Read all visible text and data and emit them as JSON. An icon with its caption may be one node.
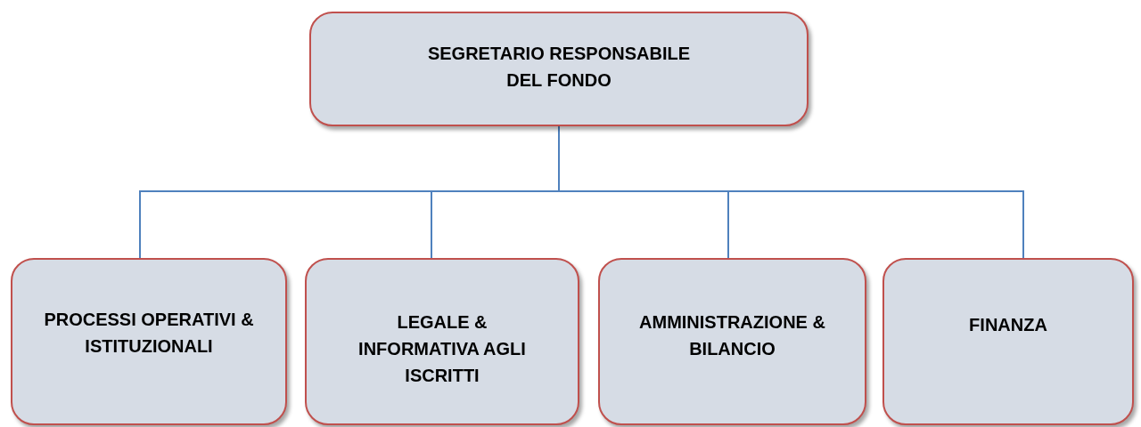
{
  "diagram": {
    "nodes": [
      {
        "text": [
          "SEGRETARIO RESPONSABILE DEL FONDO"
        ]
      },
      {
        "text": [
          "PROCESSI OPERATIVI & ISTITUZIONALI"
        ]
      },
      {
        "text": [
          "LEGALE & INFORMATIVA AGLI ISCRITTI"
        ]
      },
      {
        "text": [
          "AMMINISTRAZIONE & BILANCIO"
        ]
      },
      {
        "text": [
          "FINANZA"
        ]
      }
    ],
    "edges": [
      {
        "from": 0,
        "to": 1,
        "arrow": "none"
      },
      {
        "from": 0,
        "to": 2,
        "arrow": "none"
      },
      {
        "from": 0,
        "to": 3,
        "arrow": "none"
      },
      {
        "from": 0,
        "to": 4,
        "arrow": "none"
      }
    ]
  }
}
